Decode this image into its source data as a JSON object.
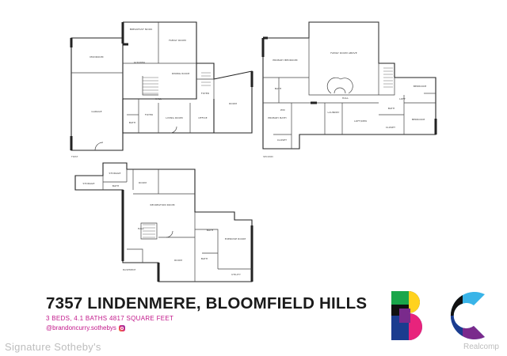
{
  "listing": {
    "title": "7357 LINDENMERE, BLOOMFIELD HILLS",
    "details": "3 BEDS, 4.1 BATHS 4817 SQUARE FEET",
    "social_handle": "@brandoncurry.sothebys"
  },
  "floorplan": {
    "main_floor": {
      "caption": "FIRST",
      "rooms": [
        "BREAKFAST NOOK",
        "FAMILY ROOM",
        "KITCHEN",
        "DINING ROOM",
        "MUDROOM",
        "GARAGE",
        "LIVING ROOM",
        "OFFICE",
        "FOYER",
        "BATH",
        "HALL",
        "FOYER",
        "ROOM"
      ]
    },
    "upper_floor": {
      "caption": "SECOND",
      "rooms": [
        "PRIMARY BEDROOM",
        "FAMILY ROOM ABOVE",
        "BEDROOM",
        "BEDROOM",
        "BATH",
        "PRIMARY BATH",
        "WIC",
        "CLOSET",
        "LAUNDRY",
        "LOFT/DEN",
        "BATH",
        "HALL",
        "CLOSET",
        "LOFT"
      ]
    },
    "lower_level": {
      "caption": "BASEMENT",
      "rooms": [
        "STORAGE",
        "STORAGE",
        "BATH",
        "ROOM",
        "RECREATION ROOM",
        "HALL",
        "BATH",
        "EXERCISE ROOM",
        "ROOM",
        "BATH",
        "UTILITY"
      ]
    }
  },
  "brand": {
    "logo_letters": "BC",
    "colors": [
      "#1aa64a",
      "#ffd21f",
      "#e8237c",
      "#1b3c8f",
      "#39b4e8",
      "#7a2a8c",
      "#111111"
    ]
  },
  "watermarks": {
    "left": "Signature Sotheby's",
    "right": "Realcomp"
  }
}
